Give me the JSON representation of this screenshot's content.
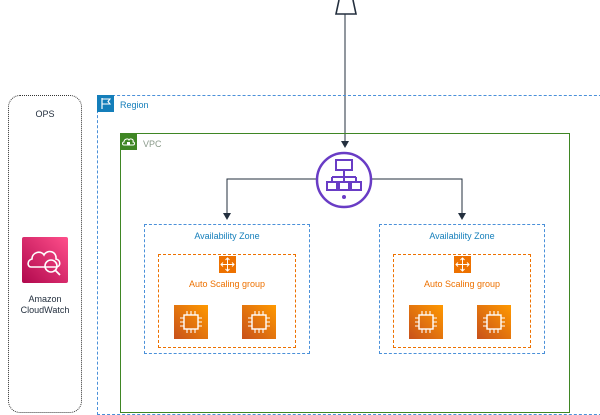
{
  "ops": {
    "title": "OPS"
  },
  "cloudwatch": {
    "label_line1": "Amazon",
    "label_line2": "CloudWatch"
  },
  "region": {
    "label": "Region"
  },
  "vpc": {
    "label": "VPC"
  },
  "load_balancer": {
    "icon": "elastic-load-balancer-icon"
  },
  "availability_zones": [
    {
      "label": "Availability Zone",
      "asg_label": "Auto Scaling group"
    },
    {
      "label": "Availability Zone",
      "asg_label": "Auto Scaling group"
    }
  ],
  "colors": {
    "region": "#147eba",
    "vpc": "#3f8624",
    "asg": "#ed7100",
    "elb": "#693cc5",
    "cloudwatch": "#e7157b"
  }
}
